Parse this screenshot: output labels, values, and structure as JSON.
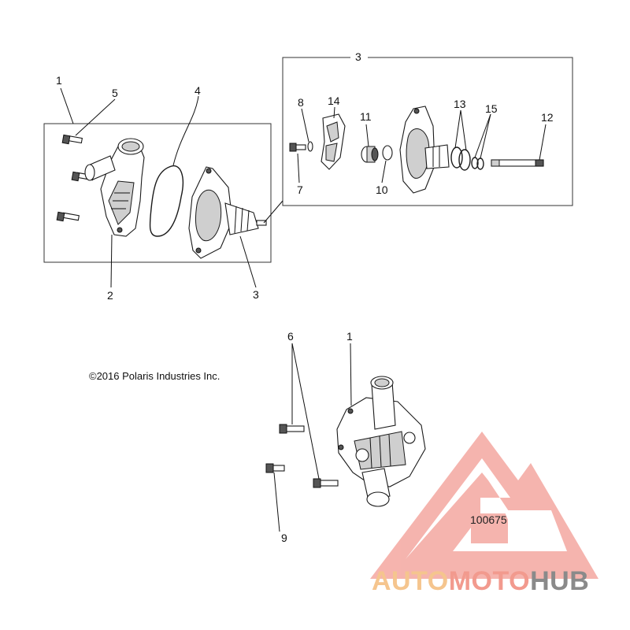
{
  "callouts": {
    "c1_top": "1",
    "c5": "5",
    "c4": "4",
    "c2": "2",
    "c3_bottom": "3",
    "c3_box": "3",
    "c8": "8",
    "c14": "14",
    "c11": "11",
    "c13": "13",
    "c15": "15",
    "c12": "12",
    "c7": "7",
    "c10": "10",
    "c6": "6",
    "c1_lower": "1",
    "c9": "9"
  },
  "copyright": "©2016 Polaris Industries Inc.",
  "part_number": "100675",
  "watermark": {
    "word_part1": "AUTO",
    "word_part2": "MOTO",
    "word_part3": "HUB",
    "color_auto": "#f5c58e",
    "color_moto": "#f29a8e",
    "color_hub": "#8a8a8a",
    "logo_color": "#f4a7a0"
  }
}
